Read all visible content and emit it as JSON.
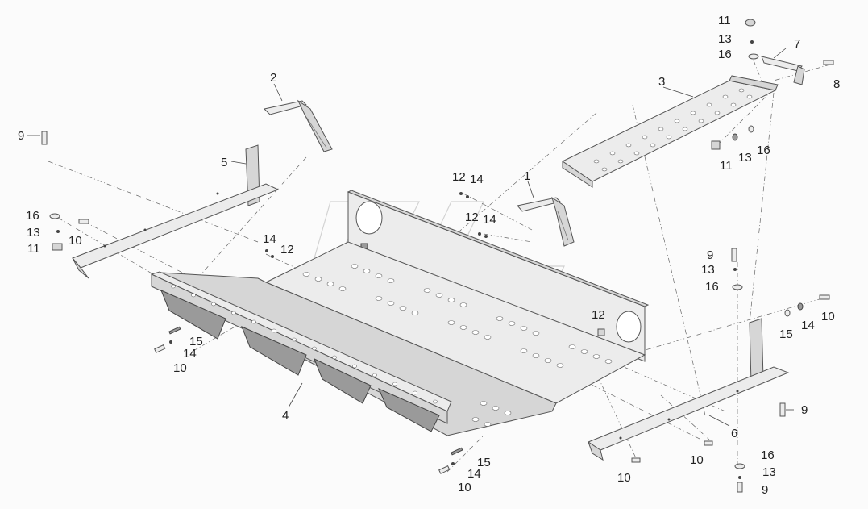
{
  "callouts": [
    {
      "id": "c9a",
      "text": "9"
    },
    {
      "id": "c2",
      "text": "2"
    },
    {
      "id": "c5",
      "text": "5"
    },
    {
      "id": "c16a",
      "text": "16"
    },
    {
      "id": "c13a",
      "text": "13"
    },
    {
      "id": "c10a",
      "text": "10"
    },
    {
      "id": "c11a",
      "text": "11"
    },
    {
      "id": "c14a",
      "text": "14"
    },
    {
      "id": "c12a",
      "text": "12"
    },
    {
      "id": "c12b",
      "text": "12"
    },
    {
      "id": "c14b",
      "text": "14"
    },
    {
      "id": "c1",
      "text": "1"
    },
    {
      "id": "c12c",
      "text": "12"
    },
    {
      "id": "c14c",
      "text": "14"
    },
    {
      "id": "c11b",
      "text": "11"
    },
    {
      "id": "c13b",
      "text": "13"
    },
    {
      "id": "c16b",
      "text": "16"
    },
    {
      "id": "c7",
      "text": "7"
    },
    {
      "id": "c8",
      "text": "8"
    },
    {
      "id": "c3",
      "text": "3"
    },
    {
      "id": "c11c",
      "text": "11"
    },
    {
      "id": "c13c",
      "text": "13"
    },
    {
      "id": "c16c",
      "text": "16"
    },
    {
      "id": "c9b",
      "text": "9"
    },
    {
      "id": "c13d",
      "text": "13"
    },
    {
      "id": "c16d",
      "text": "16"
    },
    {
      "id": "c12d",
      "text": "12"
    },
    {
      "id": "c15a",
      "text": "15"
    },
    {
      "id": "c14d",
      "text": "14"
    },
    {
      "id": "c10b",
      "text": "10"
    },
    {
      "id": "c15b",
      "text": "15"
    },
    {
      "id": "c14e",
      "text": "14"
    },
    {
      "id": "c10c",
      "text": "10"
    },
    {
      "id": "c4",
      "text": "4"
    },
    {
      "id": "c9c",
      "text": "9"
    },
    {
      "id": "c6",
      "text": "6"
    },
    {
      "id": "c10d",
      "text": "10"
    },
    {
      "id": "c15c",
      "text": "15"
    },
    {
      "id": "c14f",
      "text": "14"
    },
    {
      "id": "c10e",
      "text": "10"
    },
    {
      "id": "c10f",
      "text": "10"
    },
    {
      "id": "c16e",
      "text": "16"
    },
    {
      "id": "c13e",
      "text": "13"
    },
    {
      "id": "c9d",
      "text": "9"
    }
  ],
  "colors": {
    "line": "#555555",
    "label": "#222222",
    "background": "#fbfbfb"
  }
}
